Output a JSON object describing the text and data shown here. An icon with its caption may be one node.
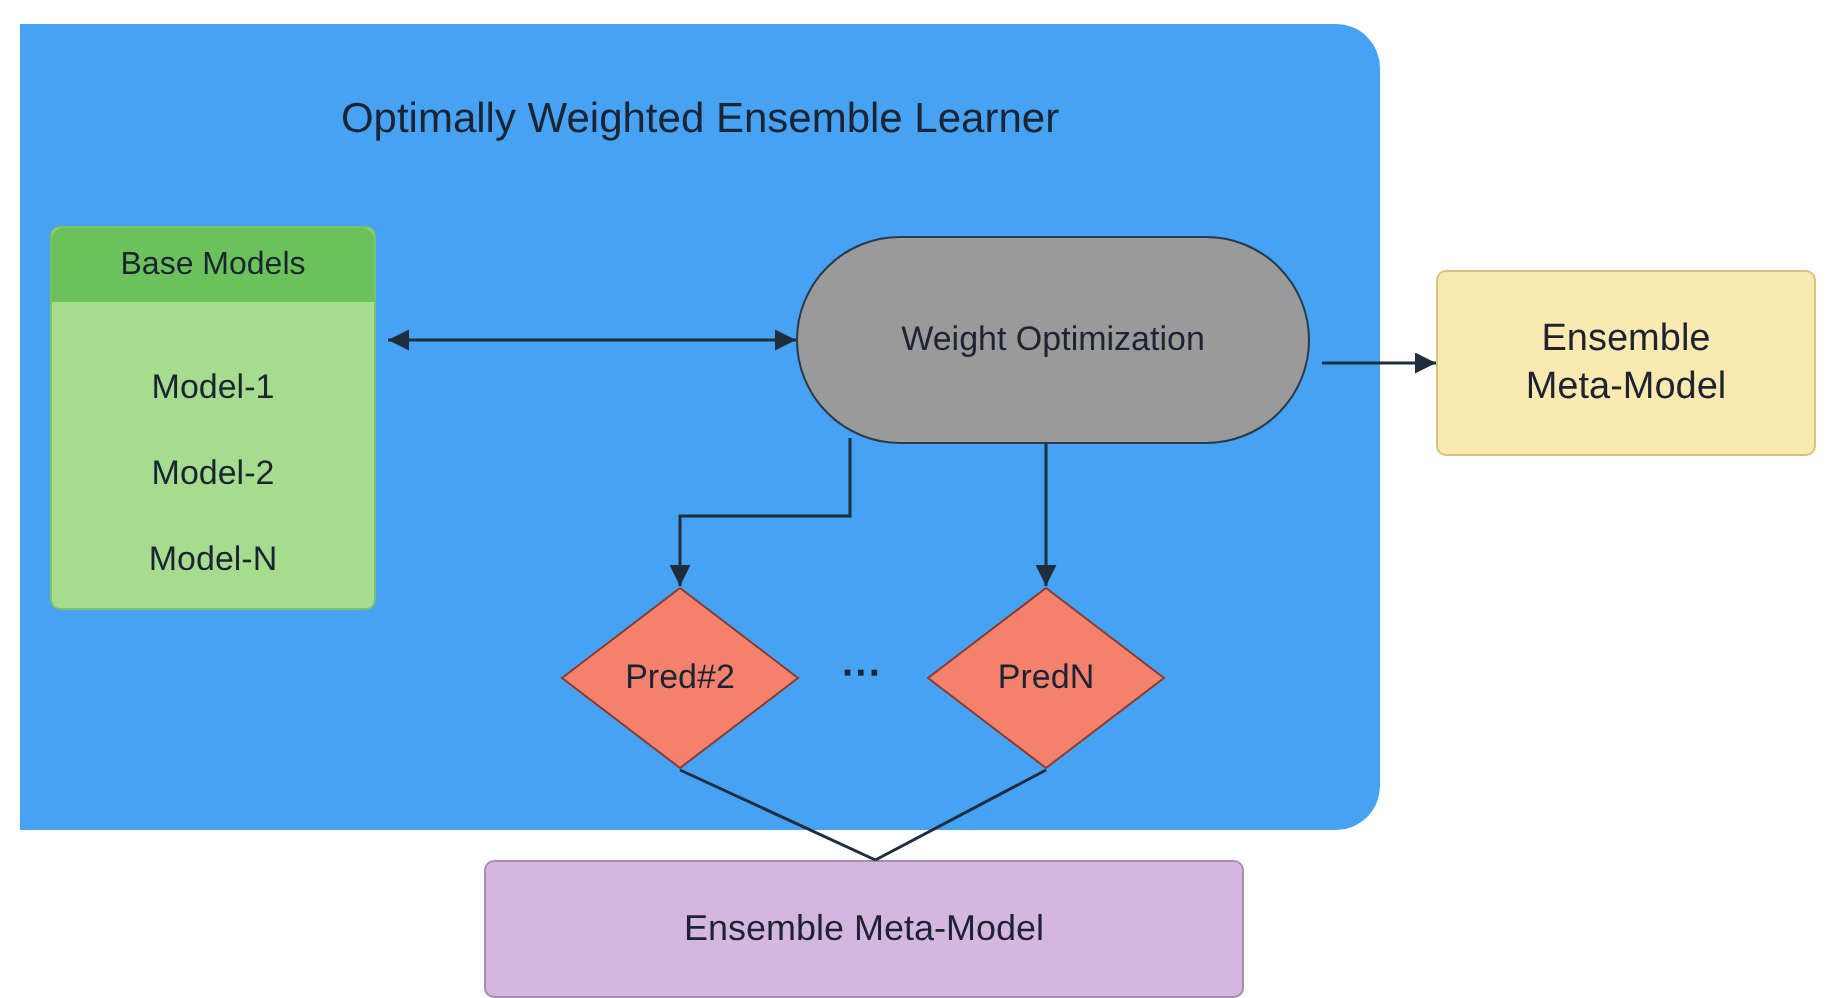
{
  "diagram": {
    "nodes": [
      {
        "text": [
          "Optimally Weighted Ensemble Learner"
        ]
      },
      {
        "text": [
          "Base Models",
          "Model-1",
          "Model-2",
          "Model-N"
        ],
        "in": 0
      },
      {
        "text": [
          "Weight Optimization"
        ],
        "in": 0
      },
      {
        "text": [
          "Ensemble Meta-Model"
        ]
      },
      {
        "text": [
          "Pred#2"
        ],
        "in": 0
      },
      {
        "text": [
          "PredN"
        ],
        "in": 0
      },
      {
        "text": [
          "Ensemble Meta-Model"
        ]
      }
    ],
    "edges": [
      {
        "from": 1,
        "to": 2,
        "arrow": "both"
      },
      {
        "from": 2,
        "to": 3,
        "arrow": "to"
      },
      {
        "from": 2,
        "to": 4,
        "arrow": "to"
      },
      {
        "from": 2,
        "to": 5,
        "arrow": "to"
      },
      {
        "from": 4,
        "to": 6,
        "arrow": "none"
      },
      {
        "from": 5,
        "to": 6,
        "arrow": "none"
      }
    ],
    "labels": [
      "···"
    ]
  }
}
